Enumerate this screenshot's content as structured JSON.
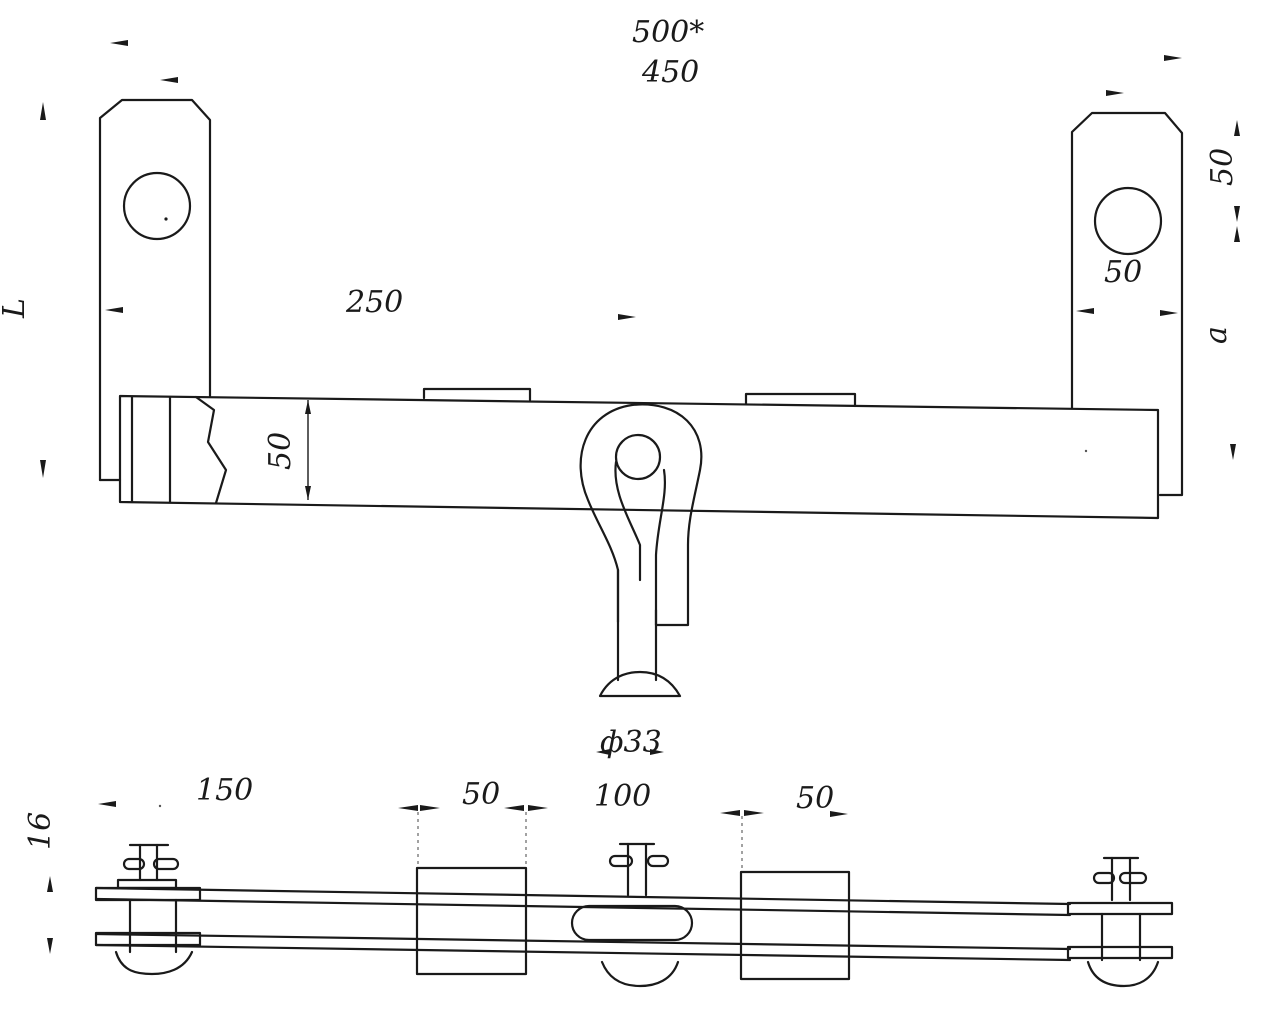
{
  "drawing": {
    "line_color": "#1a1a1a",
    "background": "#ffffff",
    "top_view": {
      "dimensions": {
        "overall_length": "500*",
        "center_distance": "450",
        "half_length": "250",
        "bar_height": "50",
        "plate_width": "50",
        "plate_top": "50",
        "total_length": "L",
        "plate_offset": "a",
        "pin_diameter": "ф33"
      }
    },
    "side_view": {
      "dimensions": {
        "end_offset": "150",
        "block_width_left": "50",
        "gap": "100",
        "block_width_right": "50",
        "thickness": "16"
      }
    }
  }
}
